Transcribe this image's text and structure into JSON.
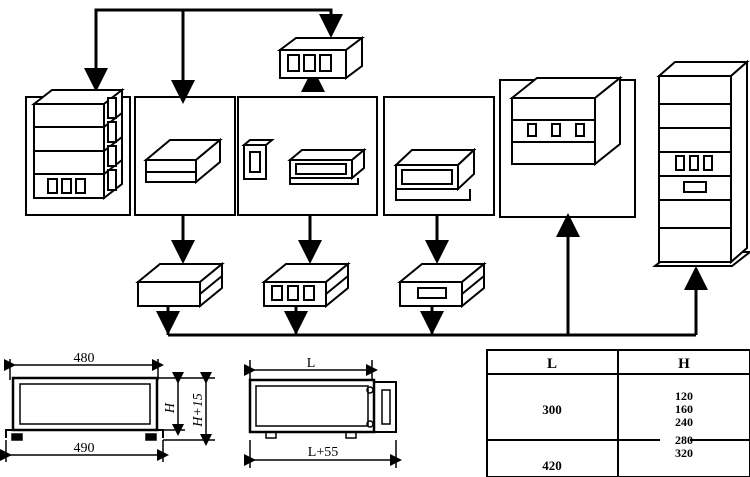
{
  "front_view": {
    "top_width": "480",
    "bottom_width": "490",
    "height_label": "H",
    "height_plus_label": "H+15"
  },
  "side_view": {
    "top_length": "L",
    "bottom_length": "L+55"
  },
  "size_table": {
    "headers": [
      "L",
      "H"
    ],
    "rows": [
      {
        "L": "300",
        "H": [
          "120",
          "160",
          "240"
        ]
      },
      {
        "L": "420",
        "H": [
          "280",
          "320"
        ]
      }
    ]
  }
}
